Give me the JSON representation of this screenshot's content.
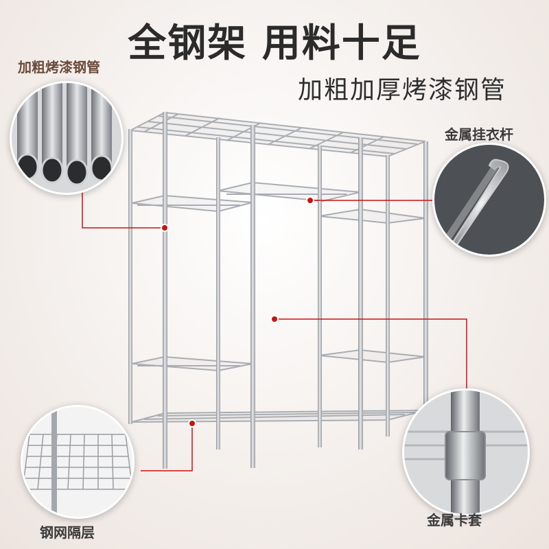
{
  "header": {
    "title": "全钢架 用料十足",
    "subtitle": "加粗加厚烤漆钢管"
  },
  "callouts": {
    "tube": {
      "label": "加粗烤漆钢管",
      "icon": "steel-tube-closeup"
    },
    "rod": {
      "label": "金属挂衣杆",
      "icon": "hanging-rod-closeup"
    },
    "mesh": {
      "label": "钢网隔层",
      "icon": "wire-mesh-shelf-closeup"
    },
    "sleeve": {
      "label": "金属卡套",
      "icon": "metal-sleeve-closeup"
    }
  },
  "colors": {
    "accent_red": "#cc1111",
    "title": "#2b2b2b",
    "steel": "#b9bcc0"
  }
}
